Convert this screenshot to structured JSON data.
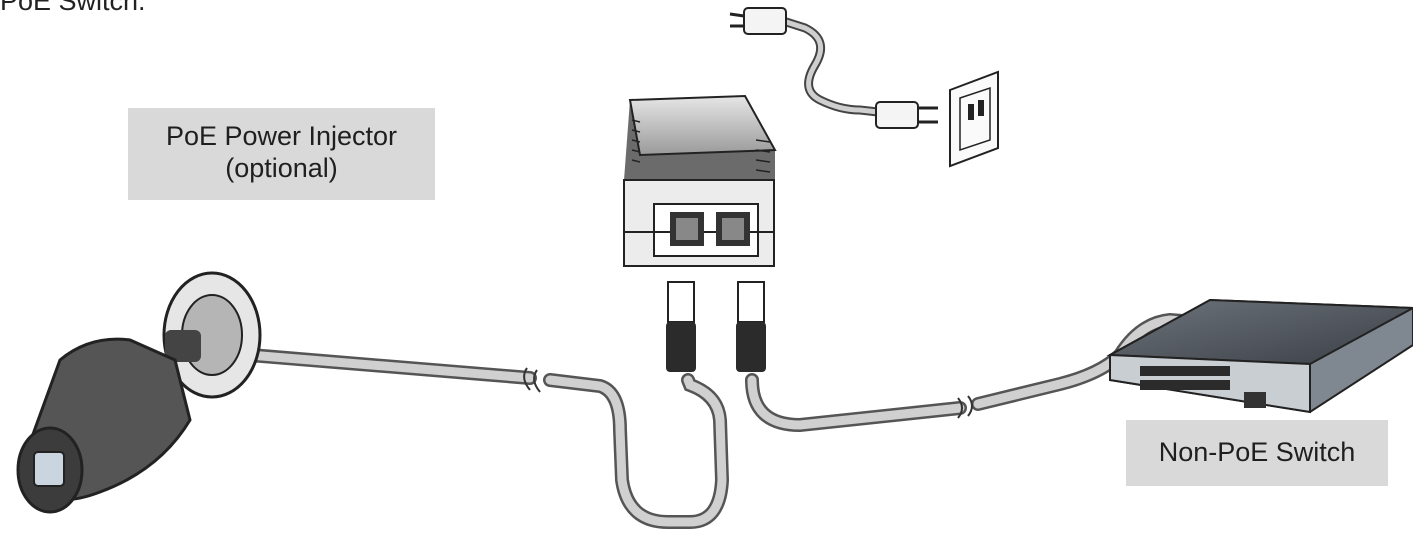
{
  "top_clipped_text": "PoE Switch.",
  "labels": {
    "injector": [
      "PoE Power Injector",
      "(optional)"
    ],
    "switch": "Non-PoE Switch"
  },
  "icons": [
    "ip-camera-icon",
    "poe-injector-icon",
    "power-plug-icon",
    "wall-outlet-icon",
    "rj45-plug-icon",
    "network-switch-icon"
  ]
}
